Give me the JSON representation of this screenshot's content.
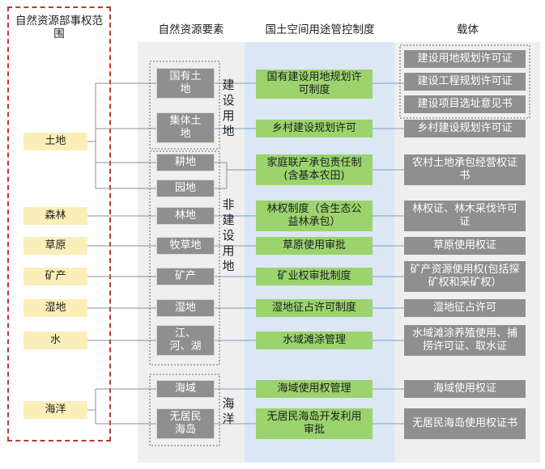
{
  "headers": {
    "scope": "自然资源部事权范围",
    "elements": "自然资源要素",
    "system": "国土空间用途管控制度",
    "carrier": "载体"
  },
  "resources": [
    "土地",
    "森林",
    "草原",
    "矿产",
    "湿地",
    "水",
    "海洋"
  ],
  "elements": [
    "国有土地",
    "集体土地",
    "耕地",
    "园地",
    "林地",
    "牧草地",
    "矿产",
    "湿地",
    "江、河、湖",
    "海域",
    "无居民海岛"
  ],
  "groups": {
    "construction": "建设用地",
    "non_construction": "非建设用地",
    "ocean": "海洋"
  },
  "systems": [
    "国有建设用地规划许可制度",
    "乡村建设规划许可",
    "家庭联产承包责任制(含基本农田)",
    "林权制度（含生态公益林承包）",
    "草原使用审批",
    "矿业权审批制度",
    "湿地征占许可制度",
    "水域滩涂管理",
    "海域使用权管理",
    "无居民海岛开发利用审批"
  ],
  "carriers": [
    "建设用地规划许可证",
    "建设工程规划许可证",
    "建设项目选址意见书",
    "乡村建设规划许可证",
    "农村土地承包经营权证书",
    "林权证、林木采伐许可证",
    "草原使用权证",
    "矿产资源使用权(包括探矿权和采矿权）",
    "湿地征占许可",
    "水域滩涂养殖使用、捕捞许可证、取水证",
    "海域使用权证",
    "无居民海岛使用权证书"
  ],
  "colors": {
    "scope_border": "#c0392b",
    "resource_fill": "#fbeeb8",
    "element_fill": "#8f8f8f",
    "system_fill": "#9bd36d",
    "system_band": "#dbe7f5",
    "carrier_fill": "#8f8f8f",
    "band_fill": "#efefef",
    "line": "#7b9cc4"
  }
}
